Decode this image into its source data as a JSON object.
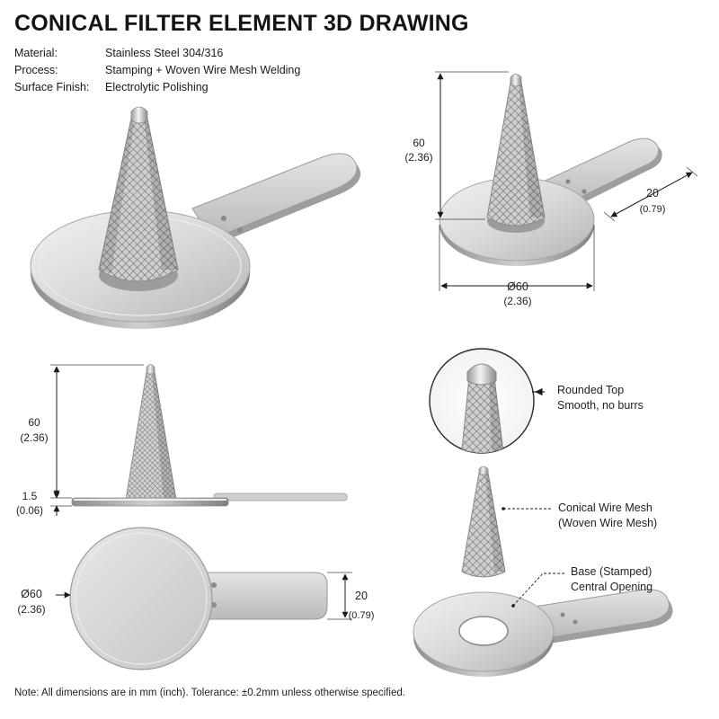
{
  "title": "CONICAL FILTER ELEMENT 3D DRAWING",
  "specs": [
    {
      "key": "Material:",
      "value": "Stainless Steel 304/316"
    },
    {
      "key": "Process:",
      "value": "Stamping + Woven Wire Mesh Welding"
    },
    {
      "key": "Surface Finish:",
      "value": "Electrolytic Polishing"
    }
  ],
  "dims": {
    "height_mm": "60",
    "height_in": "(2.36)",
    "dia_mm": "Ø60",
    "dia_in": "(2.36)",
    "tab_mm": "20",
    "tab_in": "(0.79)",
    "thick_mm": "1.5",
    "thick_in": "(0.06)"
  },
  "callouts": {
    "top": [
      "Rounded Top",
      "Smooth, no burrs"
    ],
    "mesh": [
      "Conical Wire Mesh",
      "(Woven Wire Mesh)"
    ],
    "base": [
      "Base (Stamped)",
      "Central Opening"
    ]
  },
  "note": "Note:  All dimensions are in mm (inch). Tolerance: ±0.2mm unless otherwise specified.",
  "colors": {
    "steel_light": "#e6e6e6",
    "steel_mid": "#bdbdbd",
    "steel_dark": "#8a8a8a",
    "ink": "#1a1a1a"
  }
}
